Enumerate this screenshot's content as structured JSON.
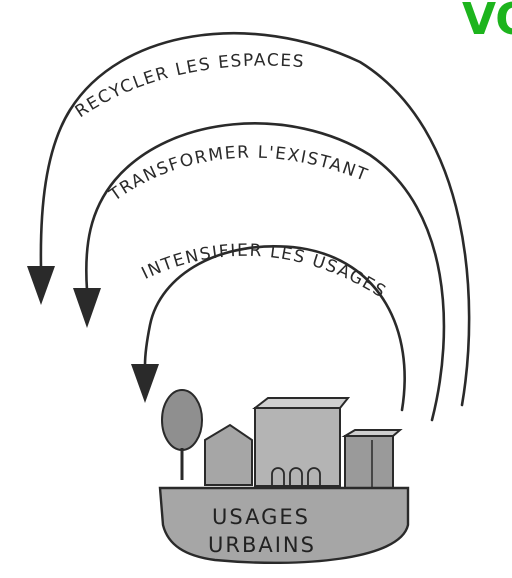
{
  "corner_text": "VO",
  "loops": [
    {
      "label": "RECYCLER LES ESPACES"
    },
    {
      "label": "TRANSFORMER L'EXISTANT"
    },
    {
      "label": "INTENSIFIER LES USAGES"
    }
  ],
  "base": {
    "line1": "USAGES",
    "line2": "URBAINS"
  },
  "colors": {
    "corner_text": "#1db41d",
    "ink": "#2a2a2a",
    "fill": "#a6a6a6"
  }
}
